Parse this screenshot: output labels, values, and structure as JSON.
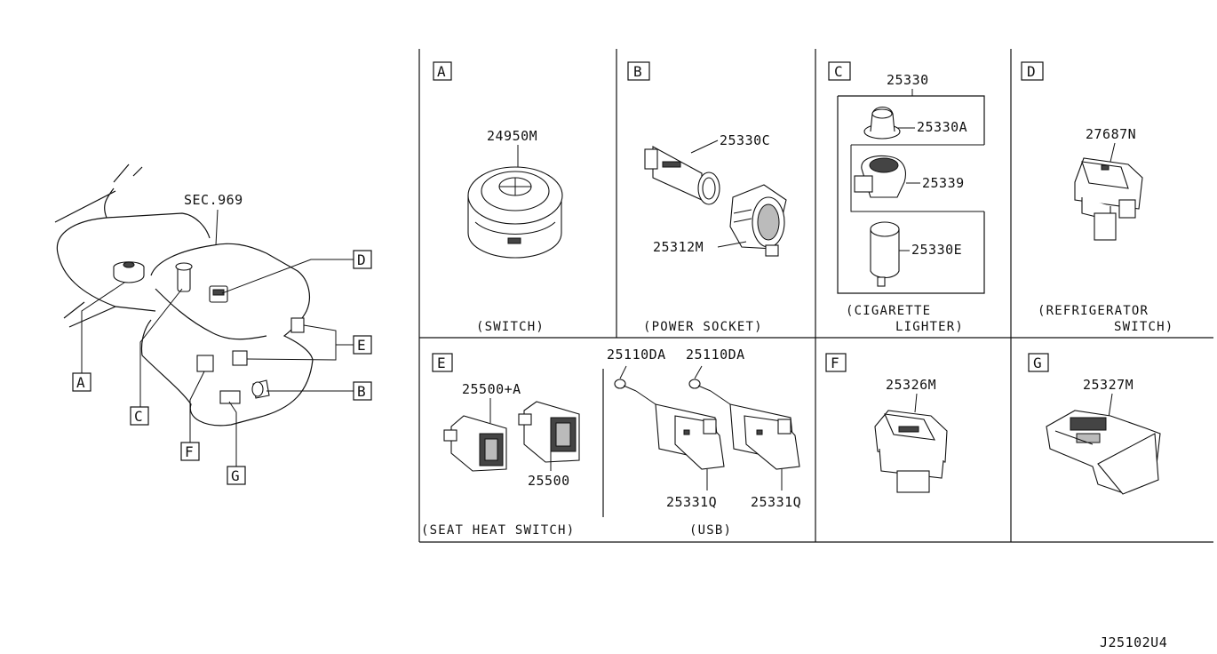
{
  "overview": {
    "section_ref": "SEC.969",
    "callouts": [
      "A",
      "B",
      "C",
      "D",
      "E",
      "F",
      "G"
    ]
  },
  "panels": {
    "A": {
      "letter": "A",
      "parts": [
        "24950M"
      ],
      "caption": [
        "(SWITCH)"
      ]
    },
    "B": {
      "letter": "B",
      "parts": [
        "25330C",
        "25312M"
      ],
      "caption": [
        "(POWER SOCKET)"
      ]
    },
    "C": {
      "letter": "C",
      "parts": [
        "25330",
        "25330A",
        "25339",
        "25330E"
      ],
      "caption": [
        "(CIGARETTE",
        "LIGHTER)"
      ]
    },
    "D": {
      "letter": "D",
      "parts": [
        "27687N"
      ],
      "caption": [
        "(REFRIGERATOR",
        "SWITCH)"
      ]
    },
    "E": {
      "letter": "E",
      "parts": [
        "25500+A",
        "25500"
      ],
      "caption": [
        "(SEAT HEAT SWITCH)"
      ]
    },
    "USB": {
      "parts": [
        "25110DA",
        "25110DA",
        "25331Q",
        "25331Q"
      ],
      "caption": [
        "(USB)"
      ]
    },
    "F": {
      "letter": "F",
      "parts": [
        "25326M"
      ]
    },
    "G": {
      "letter": "G",
      "parts": [
        "25327M"
      ]
    }
  },
  "diagram_id": "J25102U4"
}
